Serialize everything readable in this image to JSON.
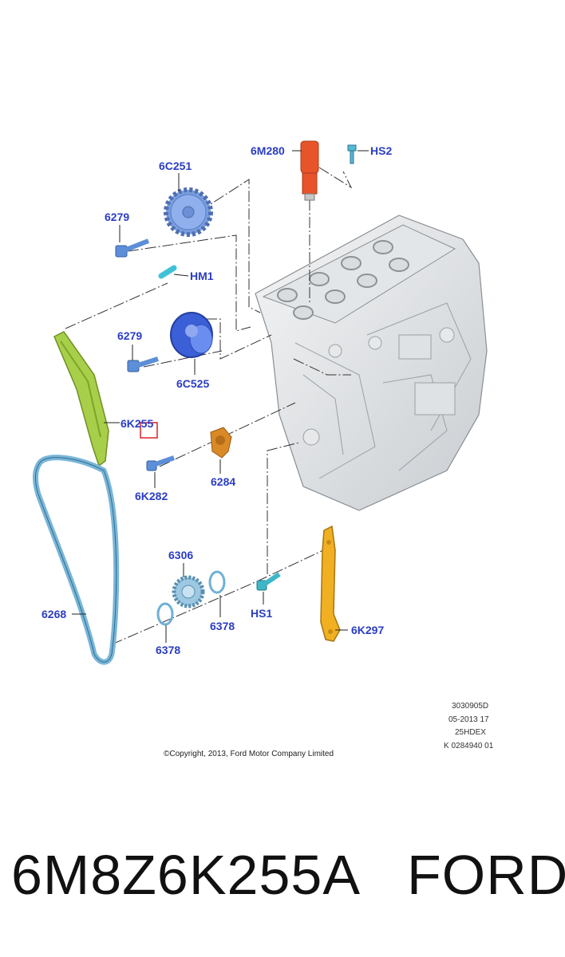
{
  "diagram": {
    "callouts": {
      "c_6M280": "6M280",
      "c_HS2": "HS2",
      "c_6C251": "6C251",
      "c_6279a": "6279",
      "c_HM1": "HM1",
      "c_6279b": "6279",
      "c_6C525": "6C525",
      "c_6K255": "6K255",
      "c_6284": "6284",
      "c_6K282": "6K282",
      "c_6306": "6306",
      "c_6378a": "6378",
      "c_6378b": "6378",
      "c_HS1": "HS1",
      "c_6268": "6268",
      "c_6K297": "6K297"
    },
    "highlight_color": "#e0202a",
    "doc_meta": [
      "3030905D",
      "05-2013 17",
      "25HDEX",
      "K 0284940 01"
    ],
    "copyright": "©Copyright, 2013, Ford Motor Company Limited"
  },
  "footer": {
    "part_number": "6M8Z6K255A",
    "brand": "FORD"
  }
}
